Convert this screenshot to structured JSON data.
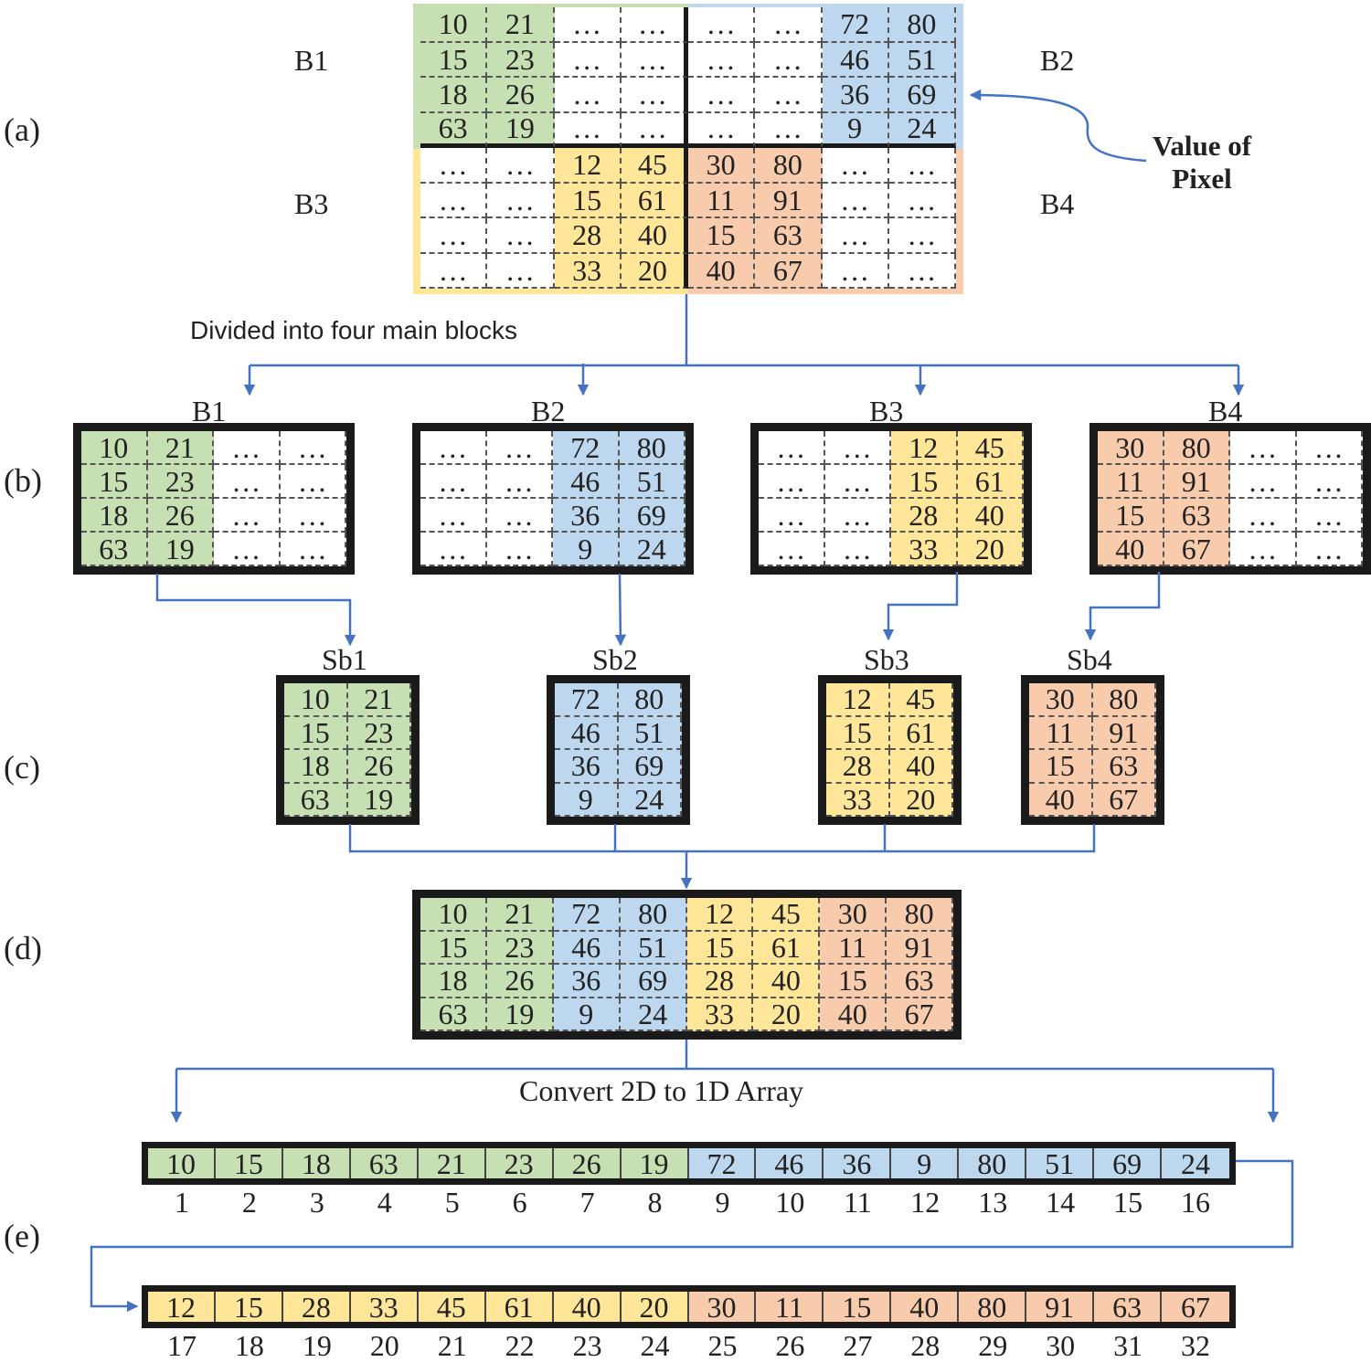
{
  "colors": {
    "B1": "#c6e0b4",
    "B2": "#bdd7ee",
    "B3": "#ffe699",
    "B4": "#f8cbad",
    "empty": "#ffffff",
    "frame": "#1a1a1a",
    "arrow": "#4472c4"
  },
  "part_labels": {
    "a": "(a)",
    "b": "(b)",
    "c": "(c)",
    "d": "(d)",
    "e": "(e)"
  },
  "section_a": {
    "block_labels": {
      "B1": "B1",
      "B2": "B2",
      "B3": "B3",
      "B4": "B4"
    },
    "value_of_pixel": "Value of\nPixel",
    "divided_caption": "Divided into four main blocks",
    "grid": [
      [
        [
          "10",
          "B1"
        ],
        [
          "21",
          "B1"
        ],
        [
          "…",
          ""
        ],
        [
          "…",
          ""
        ],
        [
          "…",
          ""
        ],
        [
          "…",
          ""
        ],
        [
          "72",
          "B2"
        ],
        [
          "80",
          "B2"
        ]
      ],
      [
        [
          "15",
          "B1"
        ],
        [
          "23",
          "B1"
        ],
        [
          "…",
          ""
        ],
        [
          "…",
          ""
        ],
        [
          "…",
          ""
        ],
        [
          "…",
          ""
        ],
        [
          "46",
          "B2"
        ],
        [
          "51",
          "B2"
        ]
      ],
      [
        [
          "18",
          "B1"
        ],
        [
          "26",
          "B1"
        ],
        [
          "…",
          ""
        ],
        [
          "…",
          ""
        ],
        [
          "…",
          ""
        ],
        [
          "…",
          ""
        ],
        [
          "36",
          "B2"
        ],
        [
          "69",
          "B2"
        ]
      ],
      [
        [
          "63",
          "B1"
        ],
        [
          "19",
          "B1"
        ],
        [
          "…",
          ""
        ],
        [
          "…",
          ""
        ],
        [
          "…",
          ""
        ],
        [
          "…",
          ""
        ],
        [
          "9",
          "B2"
        ],
        [
          "24",
          "B2"
        ]
      ],
      [
        [
          "…",
          ""
        ],
        [
          "…",
          ""
        ],
        [
          "12",
          "B3"
        ],
        [
          "45",
          "B3"
        ],
        [
          "30",
          "B4"
        ],
        [
          "80",
          "B4"
        ],
        [
          "…",
          ""
        ],
        [
          "…",
          ""
        ]
      ],
      [
        [
          "…",
          ""
        ],
        [
          "…",
          ""
        ],
        [
          "15",
          "B3"
        ],
        [
          "61",
          "B3"
        ],
        [
          "11",
          "B4"
        ],
        [
          "91",
          "B4"
        ],
        [
          "…",
          ""
        ],
        [
          "…",
          ""
        ]
      ],
      [
        [
          "…",
          ""
        ],
        [
          "…",
          ""
        ],
        [
          "28",
          "B3"
        ],
        [
          "40",
          "B3"
        ],
        [
          "15",
          "B4"
        ],
        [
          "63",
          "B4"
        ],
        [
          "…",
          ""
        ],
        [
          "…",
          ""
        ]
      ],
      [
        [
          "…",
          ""
        ],
        [
          "…",
          ""
        ],
        [
          "33",
          "B3"
        ],
        [
          "20",
          "B3"
        ],
        [
          "40",
          "B4"
        ],
        [
          "67",
          "B4"
        ],
        [
          "…",
          ""
        ],
        [
          "…",
          ""
        ]
      ]
    ]
  },
  "section_b": {
    "blocks": [
      {
        "label": "B1",
        "color": "B1",
        "rows": [
          [
            "10",
            "21",
            "…",
            "…"
          ],
          [
            "15",
            "23",
            "…",
            "…"
          ],
          [
            "18",
            "26",
            "…",
            "…"
          ],
          [
            "63",
            "19",
            "…",
            "…"
          ]
        ],
        "colored_cols": [
          0,
          1
        ]
      },
      {
        "label": "B2",
        "color": "B2",
        "rows": [
          [
            "…",
            "…",
            "72",
            "80"
          ],
          [
            "…",
            "…",
            "46",
            "51"
          ],
          [
            "…",
            "…",
            "36",
            "69"
          ],
          [
            "…",
            "…",
            "9",
            "24"
          ]
        ],
        "colored_cols": [
          2,
          3
        ]
      },
      {
        "label": "B3",
        "color": "B3",
        "rows": [
          [
            "…",
            "…",
            "12",
            "45"
          ],
          [
            "…",
            "…",
            "15",
            "61"
          ],
          [
            "…",
            "…",
            "28",
            "40"
          ],
          [
            "…",
            "…",
            "33",
            "20"
          ]
        ],
        "colored_cols": [
          2,
          3
        ]
      },
      {
        "label": "B4",
        "color": "B4",
        "rows": [
          [
            "30",
            "80",
            "…",
            "…"
          ],
          [
            "11",
            "91",
            "…",
            "…"
          ],
          [
            "15",
            "63",
            "…",
            "…"
          ],
          [
            "40",
            "67",
            "…",
            "…"
          ]
        ],
        "colored_cols": [
          0,
          1
        ]
      }
    ]
  },
  "section_c": {
    "subblocks": [
      {
        "label": "Sb1",
        "color": "B1",
        "rows": [
          [
            "10",
            "21"
          ],
          [
            "15",
            "23"
          ],
          [
            "18",
            "26"
          ],
          [
            "63",
            "19"
          ]
        ]
      },
      {
        "label": "Sb2",
        "color": "B2",
        "rows": [
          [
            "72",
            "80"
          ],
          [
            "46",
            "51"
          ],
          [
            "36",
            "69"
          ],
          [
            "9",
            "24"
          ]
        ]
      },
      {
        "label": "Sb3",
        "color": "B3",
        "rows": [
          [
            "12",
            "45"
          ],
          [
            "15",
            "61"
          ],
          [
            "28",
            "40"
          ],
          [
            "33",
            "20"
          ]
        ]
      },
      {
        "label": "Sb4",
        "color": "B4",
        "rows": [
          [
            "30",
            "80"
          ],
          [
            "11",
            "91"
          ],
          [
            "15",
            "63"
          ],
          [
            "40",
            "67"
          ]
        ]
      }
    ]
  },
  "section_d": {
    "rows": [
      [
        "10",
        "21",
        "72",
        "80",
        "12",
        "45",
        "30",
        "80"
      ],
      [
        "15",
        "23",
        "46",
        "51",
        "15",
        "61",
        "11",
        "91"
      ],
      [
        "18",
        "26",
        "36",
        "69",
        "28",
        "40",
        "15",
        "63"
      ],
      [
        "63",
        "19",
        "9",
        "24",
        "33",
        "20",
        "40",
        "67"
      ]
    ],
    "col_colors": [
      "B1",
      "B1",
      "B2",
      "B2",
      "B3",
      "B3",
      "B4",
      "B4"
    ]
  },
  "section_e": {
    "caption": "Convert 2D to 1D Array",
    "array1": {
      "values": [
        "10",
        "15",
        "18",
        "63",
        "21",
        "23",
        "26",
        "19",
        "72",
        "46",
        "36",
        "9",
        "80",
        "51",
        "69",
        "24"
      ],
      "colors": [
        "B1",
        "B1",
        "B1",
        "B1",
        "B1",
        "B1",
        "B1",
        "B1",
        "B2",
        "B2",
        "B2",
        "B2",
        "B2",
        "B2",
        "B2",
        "B2"
      ],
      "indices": [
        "1",
        "2",
        "3",
        "4",
        "5",
        "6",
        "7",
        "8",
        "9",
        "10",
        "11",
        "12",
        "13",
        "14",
        "15",
        "16"
      ]
    },
    "array2": {
      "values": [
        "12",
        "15",
        "28",
        "33",
        "45",
        "61",
        "40",
        "20",
        "30",
        "11",
        "15",
        "40",
        "80",
        "91",
        "63",
        "67"
      ],
      "colors": [
        "B3",
        "B3",
        "B3",
        "B3",
        "B3",
        "B3",
        "B3",
        "B3",
        "B4",
        "B4",
        "B4",
        "B4",
        "B4",
        "B4",
        "B4",
        "B4"
      ],
      "indices": [
        "17",
        "18",
        "19",
        "20",
        "21",
        "22",
        "23",
        "24",
        "25",
        "26",
        "27",
        "28",
        "29",
        "30",
        "31",
        "32"
      ]
    }
  }
}
